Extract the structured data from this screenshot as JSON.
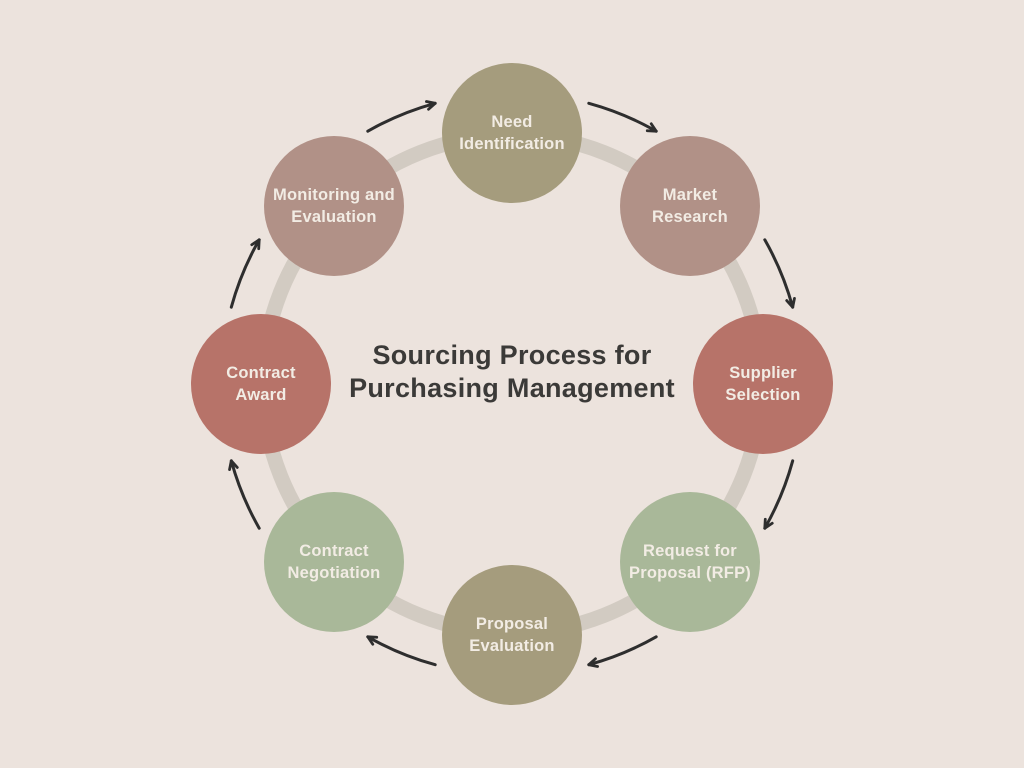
{
  "title": "Sourcing Process for\nPurchasing Management",
  "diagram": {
    "type": "cycle",
    "direction": "clockwise",
    "step_count": 8
  },
  "nodes": [
    {
      "id": "need-identification",
      "label": "Need\nIdentification",
      "color": "#a59c7d"
    },
    {
      "id": "market-research",
      "label": "Market\nResearch",
      "color": "#b19187"
    },
    {
      "id": "supplier-selection",
      "label": "Supplier\nSelection",
      "color": "#b77369"
    },
    {
      "id": "request-for-proposal-rfp",
      "label": "Request for\nProposal (RFP)",
      "color": "#a9b899"
    },
    {
      "id": "proposal-evaluation",
      "label": "Proposal\nEvaluation",
      "color": "#a59c7d"
    },
    {
      "id": "contract-negotiation",
      "label": "Contract\nNegotiation",
      "color": "#a9b899"
    },
    {
      "id": "contract-award",
      "label": "Contract\nAward",
      "color": "#b77369"
    },
    {
      "id": "monitoring-and-evaluation",
      "label": "Monitoring and\nEvaluation",
      "color": "#b19187"
    }
  ],
  "colors": {
    "background": "#ece3dd",
    "ring": "#d2cbc2",
    "arrow": "#2e2e2e",
    "title_text": "#3b3a38",
    "node_text": "#f2ece4"
  }
}
